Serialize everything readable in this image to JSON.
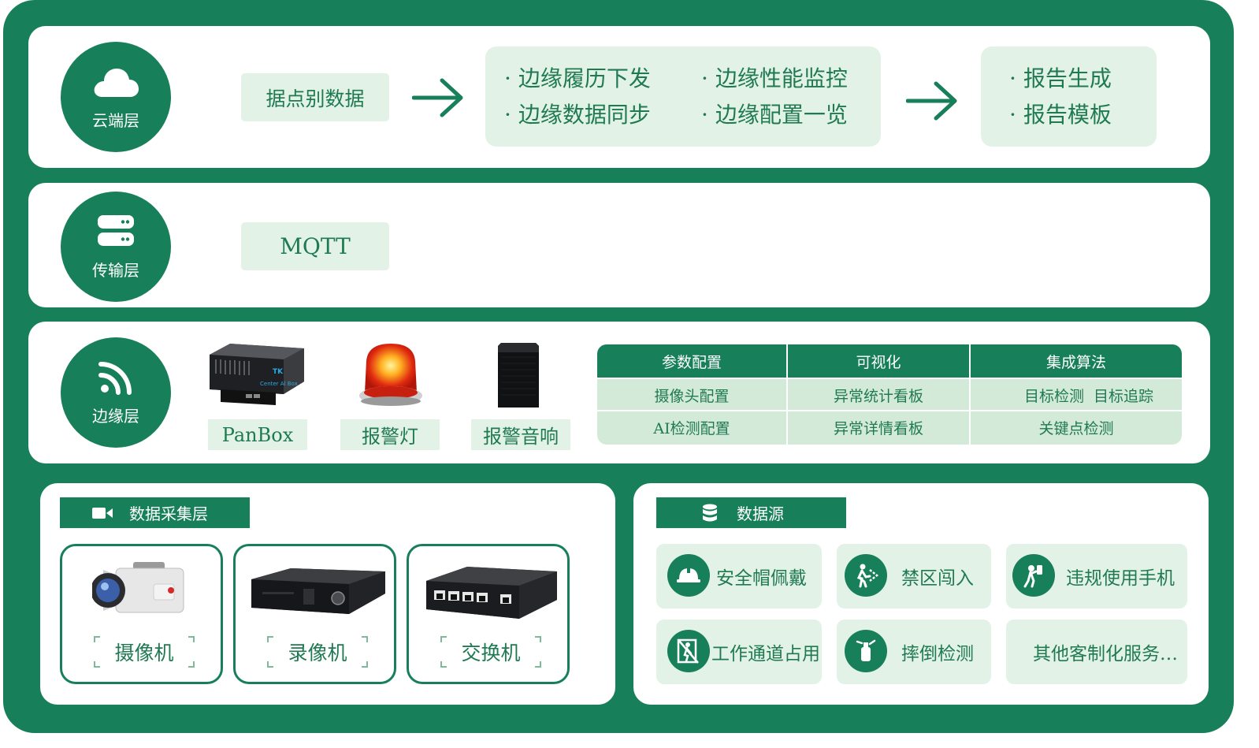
{
  "layers": {
    "cloud": {
      "label": "云端层",
      "icon": "cloud-icon"
    },
    "transport": {
      "label": "传输层",
      "icon": "server-icon"
    },
    "edge": {
      "label": "边缘层",
      "icon": "signal-icon"
    }
  },
  "cloud_row": {
    "source": "据点别数据",
    "edge_mgmt": [
      "边缘履历下发",
      "边缘性能监控",
      "边缘数据同步",
      "边缘配置一览"
    ],
    "reports": [
      "报告生成",
      "报告模板"
    ]
  },
  "transport_row": {
    "protocol": "MQTT"
  },
  "edge_row": {
    "devices": [
      {
        "name": "PanBox",
        "icon": "panbox-device-icon"
      },
      {
        "name": "报警灯",
        "icon": "alarm-light-icon"
      },
      {
        "name": "报警音响",
        "icon": "speaker-icon"
      }
    ],
    "panbox_brand": "Center Al Box",
    "grid": {
      "headers": [
        "参数配置",
        "可视化",
        "集成算法"
      ],
      "rows": [
        [
          "摄像头配置",
          "异常统计看板",
          "目标检测",
          "目标追踪"
        ],
        [
          "AI检测配置",
          "异常详情看板",
          "关键点检测"
        ]
      ]
    }
  },
  "acquisition": {
    "title": "数据采集层",
    "icon": "video-camera-icon",
    "devices": [
      {
        "name": "摄像机",
        "icon": "camera-device-icon"
      },
      {
        "name": "录像机",
        "icon": "recorder-device-icon"
      },
      {
        "name": "交换机",
        "icon": "switch-device-icon"
      }
    ]
  },
  "sources": {
    "title": "数据源",
    "icon": "database-icon",
    "items": [
      {
        "label": "安全帽佩戴",
        "icon": "helmet-icon"
      },
      {
        "label": "禁区闯入",
        "icon": "intrusion-icon"
      },
      {
        "label": "违规使用手机",
        "icon": "phone-use-icon"
      },
      {
        "label": "工作通道占用",
        "icon": "passage-icon"
      },
      {
        "label": "摔倒检测",
        "icon": "fall-icon"
      },
      {
        "label": "其他客制化服务…",
        "icon": ""
      }
    ]
  },
  "colors": {
    "primary": "#17805a",
    "light": "#e3f2e7",
    "text": "#1f7a52"
  }
}
